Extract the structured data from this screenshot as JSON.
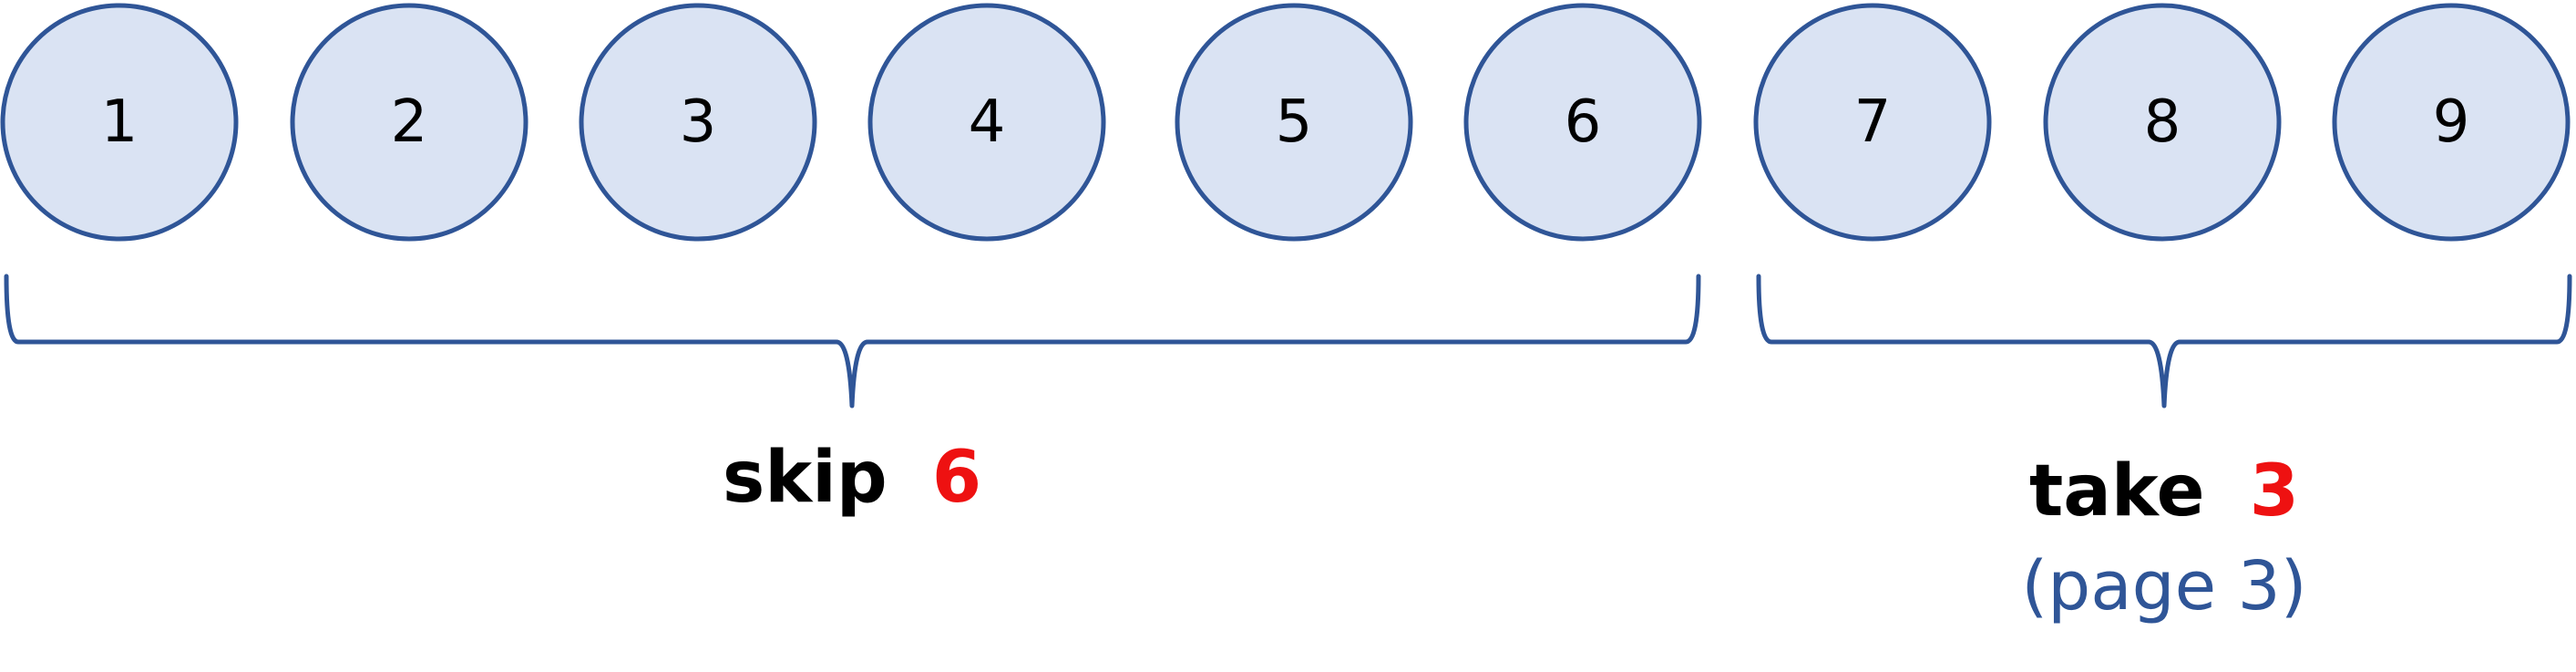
{
  "items": [
    "1",
    "2",
    "3",
    "4",
    "5",
    "6",
    "7",
    "8",
    "9"
  ],
  "colors": {
    "circle_fill": "#dae3f3",
    "circle_stroke": "#2f5597",
    "count_highlight": "#ee1111",
    "note_text": "#2f5597"
  },
  "skip_group": {
    "word": "skip",
    "count": "6"
  },
  "take_group": {
    "word": "take",
    "count": "3",
    "note": "(page 3)"
  }
}
